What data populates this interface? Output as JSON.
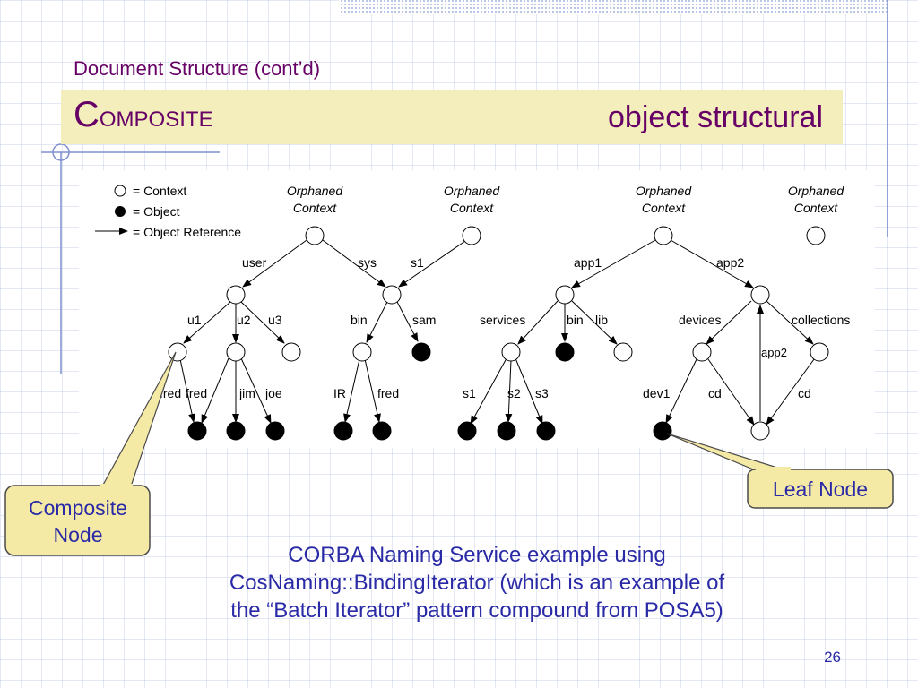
{
  "slide": {
    "subtitle": "Document Structure (cont’d)",
    "title_cap": "C",
    "title_rest": "omposite",
    "title_right": "object structural",
    "page_number": "26",
    "caption_lines": [
      "CORBA Naming Service example using",
      "CosNaming::BindingIterator (which is an example of",
      "the “Batch Iterator” pattern compound from POSA5)"
    ]
  },
  "legend": {
    "context": "= Context",
    "object": "= Object",
    "reference": "= Object Reference"
  },
  "callouts": {
    "composite_line1": "Composite",
    "composite_line2": "Node",
    "leaf": "Leaf Node"
  },
  "diagram": {
    "orphaned_line1": "Orphaned",
    "orphaned_line2": "Context",
    "edge_labels": {
      "user": "user",
      "sys": "sys",
      "s1_top": "s1",
      "u1": "u1",
      "u2": "u2",
      "u3": "u3",
      "bin1": "bin",
      "sam": "sam",
      "fred_a": "fred",
      "fred_b": "fred",
      "jim": "jim",
      "joe": "joe",
      "ir": "IR",
      "fred_c": "fred",
      "app1": "app1",
      "app2": "app2",
      "services": "services",
      "bin2": "bin",
      "lib": "lib",
      "devices": "devices",
      "collections": "collections",
      "s1_low": "s1",
      "s2": "s2",
      "s3": "s3",
      "dev1": "dev1",
      "cd_a": "cd",
      "cd_b": "cd",
      "app2_ref": "app2"
    }
  },
  "colors": {
    "background": "#ffffff",
    "title_bar": "#f3eebb",
    "title_text": "#660066",
    "body_text": "#2a2aa6",
    "callout_fill": "#f5e9a6",
    "grid_line": "#c9d2ea"
  }
}
